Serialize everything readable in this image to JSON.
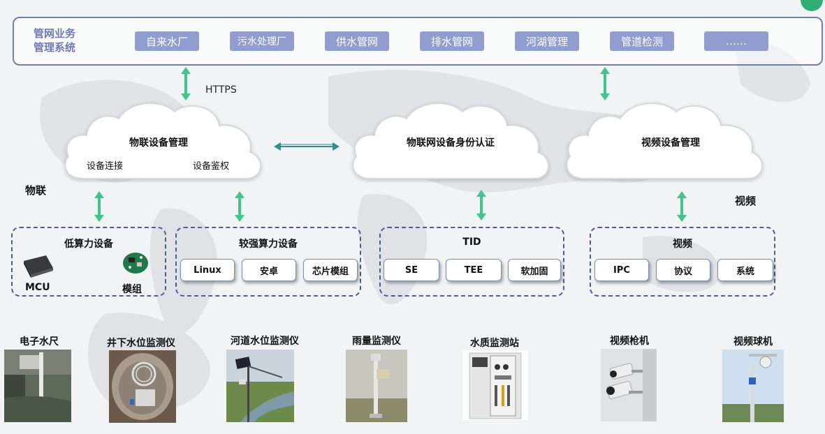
{
  "top": {
    "title_line1": "管网业务",
    "title_line2": "管理系统",
    "systems": [
      "自来水厂",
      "污水处理厂",
      "供水管网",
      "排水管网",
      "河湖管理",
      "管道检测",
      "……"
    ]
  },
  "https_label": "HTTPS",
  "clouds": {
    "iot": {
      "title": "物联设备管理",
      "left_item": "设备连接",
      "right_item": "设备鉴权"
    },
    "identity": {
      "title": "物联网设备身份认证"
    },
    "video": {
      "title": "视频设备管理"
    }
  },
  "side_labels": {
    "iot": "物联",
    "video": "视频"
  },
  "boxes": {
    "low": {
      "title": "低算力设备",
      "items": [
        "MCU",
        "模组"
      ]
    },
    "strong": {
      "title": "较强算力设备",
      "items": [
        "Linux",
        "安卓",
        "芯片模组"
      ]
    },
    "tid": {
      "title": "TID",
      "items": [
        "SE",
        "TEE",
        "软加固"
      ]
    },
    "video": {
      "title": "视频",
      "items": [
        "IPC",
        "协议",
        "系统"
      ]
    }
  },
  "devices": [
    "电子水尺",
    "井下水位监测仪",
    "河道水位监测仪",
    "雨量监测仪",
    "水质监测站",
    "视频枪机",
    "视频球机"
  ],
  "colors": {
    "frame": "#6f7fae",
    "system_button": "#8f9dcf",
    "arrow_green": "#3ec78b",
    "arrow_teal": "#2e8f8f",
    "dashed_box": "#4a5f8c",
    "corner_dot": "#2fae74"
  },
  "icons": [
    "mcu-chip-icon",
    "module-board-icon",
    "double-arrow-icon",
    "cloud-icon"
  ]
}
